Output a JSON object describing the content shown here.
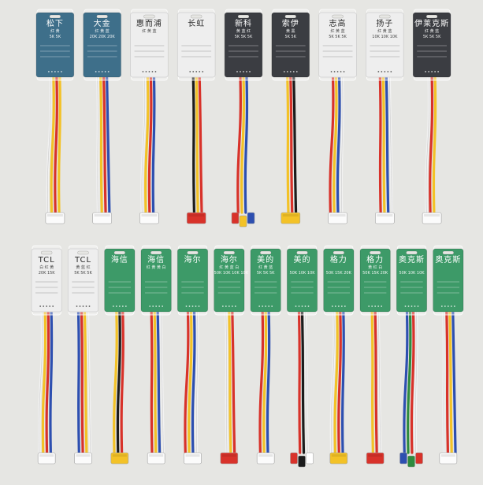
{
  "colors": {
    "background": "#e6e6e3",
    "board_blue": "#3e6f8a",
    "board_white": "#eeeeee",
    "board_black": "#3b3d42",
    "board_green": "#3d9a68",
    "wire_white": "#f2f2f2",
    "wire_yellow": "#f3c227",
    "wire_red": "#d8322a",
    "wire_blue": "#2d4fb0",
    "wire_black": "#1c1c1c",
    "wire_green": "#2e8a3e"
  },
  "top_row": [
    {
      "name": "松下",
      "row2": "红 黄",
      "row3": "5K 5K",
      "board": "blue",
      "wires": [
        "white",
        "yellow",
        "red",
        "yellow"
      ],
      "connector": "white"
    },
    {
      "name": "大金",
      "row2": "红 黄 蓝",
      "row3": "20K 20K 20K",
      "board": "blue",
      "wires": [
        "white",
        "yellow",
        "red",
        "blue"
      ],
      "connector": "white"
    },
    {
      "name": "惠而浦",
      "row2": "红 黄 蓝",
      "row3": "",
      "board": "white",
      "wires": [
        "white",
        "yellow",
        "red",
        "blue"
      ],
      "connector": "white"
    },
    {
      "name": "长虹",
      "row2": "",
      "row3": "",
      "board": "white",
      "wires": [
        "black",
        "yellow",
        "red"
      ],
      "connector": "red"
    },
    {
      "name": "新科",
      "row2": "黄 蓝 红",
      "row3": "5K 5K 5K",
      "board": "black",
      "wires": [
        "red",
        "yellow",
        "blue"
      ],
      "connector": "multi"
    },
    {
      "name": "索伊",
      "row2": "黄 黑",
      "row3": "5K 5K",
      "board": "black",
      "wires": [
        "yellow",
        "red",
        "black"
      ],
      "connector": "yellow"
    },
    {
      "name": "志高",
      "row2": "红 黄 蓝",
      "row3": "5K 5K 5K",
      "board": "white",
      "wires": [
        "red",
        "yellow",
        "blue",
        "white"
      ],
      "connector": "white"
    },
    {
      "name": "扬子",
      "row2": "红 黄 蓝",
      "row3": "10K 10K 10K",
      "board": "white",
      "wires": [
        "red",
        "yellow",
        "blue",
        "white"
      ],
      "connector": "white"
    },
    {
      "name": "伊莱克斯",
      "row2": "红 黄 蓝",
      "row3": "5K 5K 5K",
      "board": "black",
      "wires": [
        "white",
        "red",
        "yellow"
      ],
      "connector": "white"
    }
  ],
  "bottom_row": [
    {
      "name": "TCL",
      "row2": "白 红 黄",
      "row3": "20K 15K",
      "board": "white",
      "wires": [
        "white",
        "yellow",
        "red",
        "blue"
      ],
      "connector": "white"
    },
    {
      "name": "TCL",
      "row2": "黄 蓝 红",
      "row3": "5K 5K 5K",
      "board": "white",
      "wires": [
        "blue",
        "red",
        "yellow",
        "white"
      ],
      "connector": "white"
    },
    {
      "name": "海信",
      "row2": "",
      "row3": "",
      "board": "green",
      "wires": [
        "yellow",
        "black",
        "red"
      ],
      "connector": "yellow"
    },
    {
      "name": "海信",
      "row2": "红 黄 黄 白",
      "row3": "",
      "board": "green",
      "wires": [
        "red",
        "yellow",
        "blue",
        "white"
      ],
      "connector": "white"
    },
    {
      "name": "海尔",
      "row2": "",
      "row3": "",
      "board": "green",
      "wires": [
        "red",
        "yellow",
        "blue",
        "white"
      ],
      "connector": "white"
    },
    {
      "name": "海尔",
      "row2": "红 黄 蓝 白",
      "row3": "50K 10K 10K 10K",
      "board": "green",
      "wires": [
        "white",
        "yellow",
        "red"
      ],
      "connector": "red"
    },
    {
      "name": "美的",
      "row2": "红 黄 蓝",
      "row3": "5K 5K 5K",
      "board": "green",
      "wires": [
        "red",
        "yellow",
        "blue"
      ],
      "connector": "white"
    },
    {
      "name": "美的",
      "row2": "",
      "row3": "50K 10K 10K",
      "board": "green",
      "wires": [
        "red",
        "black",
        "white"
      ],
      "connector": "multi"
    },
    {
      "name": "格力",
      "row2": "",
      "row3": "50K 15K 20K",
      "board": "green",
      "wires": [
        "white",
        "yellow",
        "red",
        "blue"
      ],
      "connector": "yellow"
    },
    {
      "name": "格力",
      "row2": "黄 红 白",
      "row3": "50K 15K 20K",
      "board": "green",
      "wires": [
        "yellow",
        "red",
        "white"
      ],
      "connector": "red"
    },
    {
      "name": "奥克斯",
      "row2": "",
      "row3": "50K 10K 10K",
      "board": "green",
      "wires": [
        "blue",
        "green",
        "red",
        "white"
      ],
      "connector": "multi"
    },
    {
      "name": "奥克斯",
      "row2": "",
      "row3": "",
      "board": "green",
      "wires": [
        "white",
        "red",
        "yellow",
        "blue"
      ],
      "connector": "white"
    }
  ]
}
